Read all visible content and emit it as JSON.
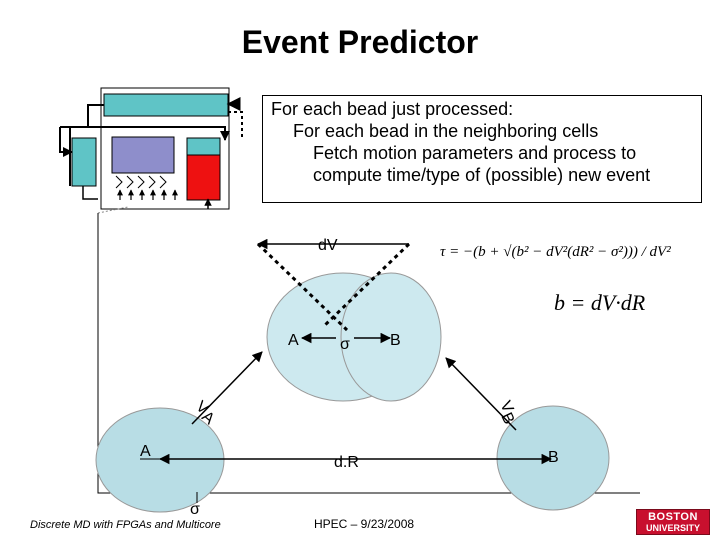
{
  "title": "Event Predictor",
  "box": {
    "line1": "For each bead just processed:",
    "line2": "For each bead in the neighboring cells",
    "line3": "Fetch motion parameters and process to",
    "line4": "compute time/type of (possible) new event"
  },
  "labels": {
    "dv": "dV",
    "a_small": "A",
    "sigma": "σ",
    "b_small": "B",
    "va": "V",
    "va_sub": "A",
    "vb": "V",
    "vb_sub": "B",
    "a_big": "A",
    "dr": "d.R",
    "b_big": "B",
    "sigma_bottom": "σ"
  },
  "formulas": {
    "tau": "τ = −(b + √(b² − dV²(dR² − σ²))) / dV²",
    "b": "b = dV·dR"
  },
  "footer": {
    "left": "Discrete MD with FPGAs and Multicore",
    "center": "HPEC – 9/23/2008"
  },
  "logo": {
    "line1": "BOSTON",
    "line2": "UNIVERSITY"
  },
  "colors": {
    "teal": "#5fc4c6",
    "purple": "#8e8ecb",
    "red": "#ee1111",
    "circle_fill": "#cde9ef",
    "circle_dark": "#b8dde5",
    "logo_red": "#c8102e"
  }
}
